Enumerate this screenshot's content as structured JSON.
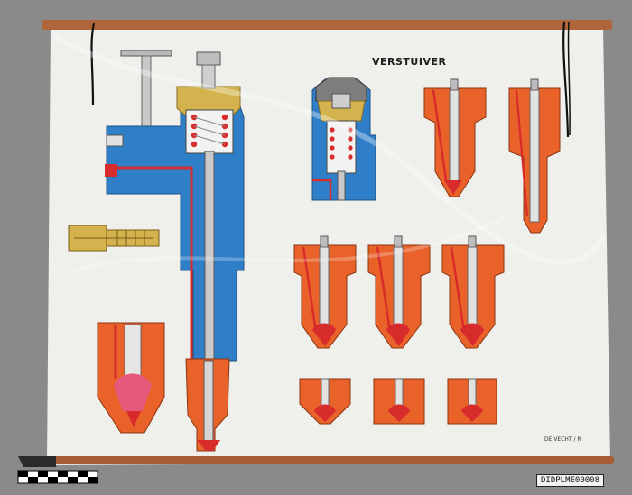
{
  "poster": {
    "title": "VERSTUIVER",
    "signature": "DE VECHT / R",
    "catalog_id": "DIDPLME00008"
  },
  "colors": {
    "background": "#8a8a8a",
    "paper": "#efefeb",
    "roller": "#b0653a",
    "housing_blue": "#2f7fc8",
    "brass": "#d4b24e",
    "nozzle_orange": "#e8622a",
    "fuel_red": "#d82b2b",
    "steel": "#b9b9b9"
  },
  "icons": [
    "scale-bar-icon"
  ]
}
